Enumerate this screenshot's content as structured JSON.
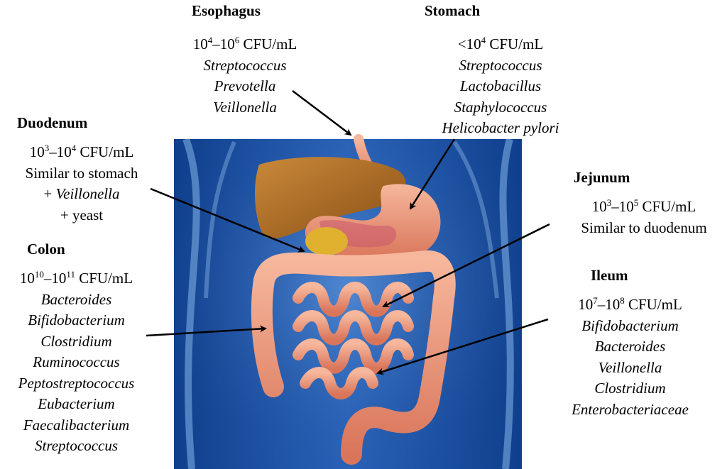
{
  "esophagus": {
    "title": "Esophagus",
    "count": {
      "b1": "10",
      "e1": "4",
      "sep": "–",
      "b2": "10",
      "e2": "6",
      "unit": " CFU/mL"
    },
    "organisms": [
      "Streptococcus",
      "Prevotella",
      "Veillonella"
    ]
  },
  "stomach": {
    "title": "Stomach",
    "count": {
      "b1": "<10",
      "e1": "4",
      "unit": " CFU/mL"
    },
    "organisms": [
      "Streptococcus",
      "Lactobacillus",
      "Staphylococcus",
      "Helicobacter pylori"
    ]
  },
  "duodenum": {
    "title": "Duodenum",
    "count": {
      "b1": "10",
      "e1": "3",
      "sep": "–",
      "b2": "10",
      "e2": "4",
      "unit": " CFU/mL"
    },
    "similar": "Similar to stomach",
    "plus1_prefix": "+ ",
    "plus1_organism": "Veillonella",
    "plus2": "+ yeast"
  },
  "colon": {
    "title": "Colon",
    "count": {
      "b1": "10",
      "e1": "10",
      "sep": "–",
      "b2": "10",
      "e2": "11",
      "unit": " CFU/mL"
    },
    "organisms": [
      "Bacteroides",
      "Bifidobacterium",
      "Clostridium",
      "Ruminococcus",
      "Peptostreptococcus",
      "Eubacterium",
      "Faecalibacterium",
      "Streptococcus"
    ]
  },
  "jejunum": {
    "title": "Jejunum",
    "count": {
      "b1": "10",
      "e1": "3",
      "sep": "–",
      "b2": "10",
      "e2": "5",
      "unit": " CFU/mL"
    },
    "similar": "Similar to duodenum"
  },
  "ileum": {
    "title": "Ileum",
    "count": {
      "b1": "10",
      "e1": "7",
      "sep": "–",
      "b2": "10",
      "e2": "8",
      "unit": " CFU/mL"
    },
    "organisms": [
      "Bifidobacterium",
      "Bacteroides",
      "Veillonella",
      "Clostridium",
      "Enterobacteriaceae"
    ]
  },
  "colors": {
    "background": "#ffffff",
    "text": "#000000",
    "panel": "#1e4f9a",
    "organ": "#e89477",
    "liver": "#a8641e"
  }
}
